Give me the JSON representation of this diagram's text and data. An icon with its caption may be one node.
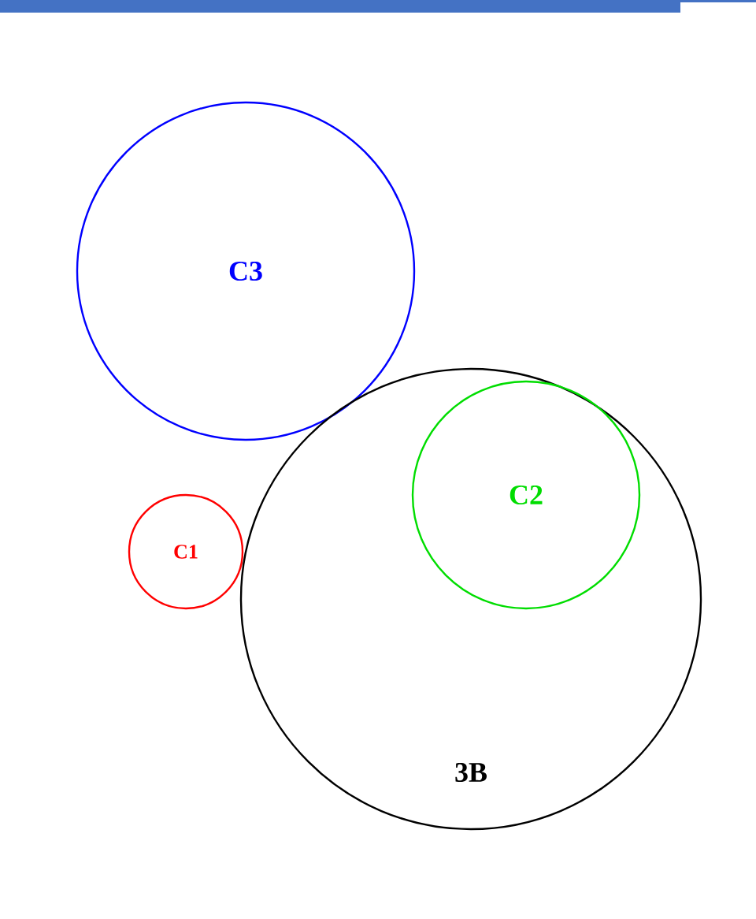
{
  "diagram": {
    "nodes": [
      {
        "text": [
          "C3"
        ]
      },
      {
        "text": [
          "C1"
        ]
      },
      {
        "text": [
          "3B"
        ]
      },
      {
        "text": [
          "C2"
        ],
        "in": 2
      }
    ]
  }
}
